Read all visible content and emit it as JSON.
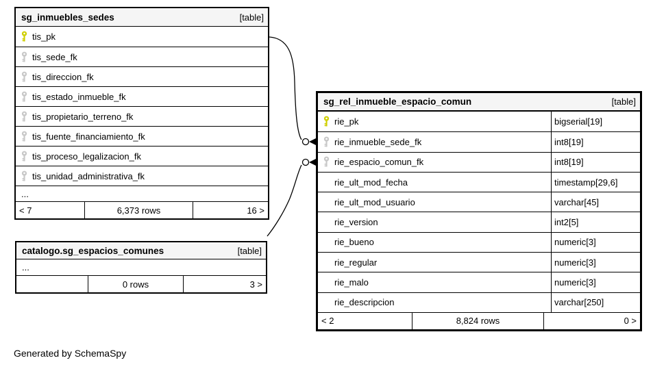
{
  "generated_by": "Generated by SchemaSpy",
  "colors": {
    "header_bg": "#f5f5f5",
    "border": "#000000",
    "primary_key": "#cfcf00",
    "foreign_key": "#c8c8c8",
    "edge": "#000000"
  },
  "tables": [
    {
      "title": "sg_inmuebles_sedes",
      "badge": "[table]",
      "has_type_column": false,
      "columns": [
        {
          "name": "tis_pk",
          "key": "primary"
        },
        {
          "name": "tis_sede_fk",
          "key": "foreign"
        },
        {
          "name": "tis_direccion_fk",
          "key": "foreign"
        },
        {
          "name": "tis_estado_inmueble_fk",
          "key": "foreign"
        },
        {
          "name": "tis_propietario_terreno_fk",
          "key": "foreign"
        },
        {
          "name": "tis_fuente_financiamiento_fk",
          "key": "foreign"
        },
        {
          "name": "tis_proceso_legalizacion_fk",
          "key": "foreign"
        },
        {
          "name": "tis_unidad_administrativa_fk",
          "key": "foreign"
        }
      ],
      "ellipsis": "...",
      "footer": {
        "left": "< 7",
        "center": "6,373 rows",
        "right": "16 >"
      }
    },
    {
      "title": "catalogo.sg_espacios_comunes",
      "badge": "[table]",
      "has_type_column": false,
      "columns": [],
      "ellipsis": "...",
      "footer": {
        "left": "",
        "center": "0 rows",
        "right": "3 >"
      }
    },
    {
      "title": "sg_rel_inmueble_espacio_comun",
      "badge": "[table]",
      "has_type_column": true,
      "columns": [
        {
          "name": "rie_pk",
          "type": "bigserial[19]",
          "key": "primary"
        },
        {
          "name": "rie_inmueble_sede_fk",
          "type": "int8[19]",
          "key": "foreign"
        },
        {
          "name": "rie_espacio_comun_fk",
          "type": "int8[19]",
          "key": "foreign"
        },
        {
          "name": "rie_ult_mod_fecha",
          "type": "timestamp[29,6]",
          "key": ""
        },
        {
          "name": "rie_ult_mod_usuario",
          "type": "varchar[45]",
          "key": ""
        },
        {
          "name": "rie_version",
          "type": "int2[5]",
          "key": ""
        },
        {
          "name": "rie_bueno",
          "type": "numeric[3]",
          "key": ""
        },
        {
          "name": "rie_regular",
          "type": "numeric[3]",
          "key": ""
        },
        {
          "name": "rie_malo",
          "type": "numeric[3]",
          "key": ""
        },
        {
          "name": "rie_descripcion",
          "type": "varchar[250]",
          "key": ""
        }
      ],
      "ellipsis": null,
      "footer": {
        "left": "< 2",
        "center": "8,824 rows",
        "right": "0 >"
      }
    }
  ],
  "relationships": [
    {
      "from": "sg_inmuebles_sedes.tis_pk",
      "to": "sg_rel_inmueble_espacio_comun.rie_inmueble_sede_fk"
    },
    {
      "from": "catalogo.sg_espacios_comunes",
      "to": "sg_rel_inmueble_espacio_comun.rie_espacio_comun_fk"
    }
  ]
}
